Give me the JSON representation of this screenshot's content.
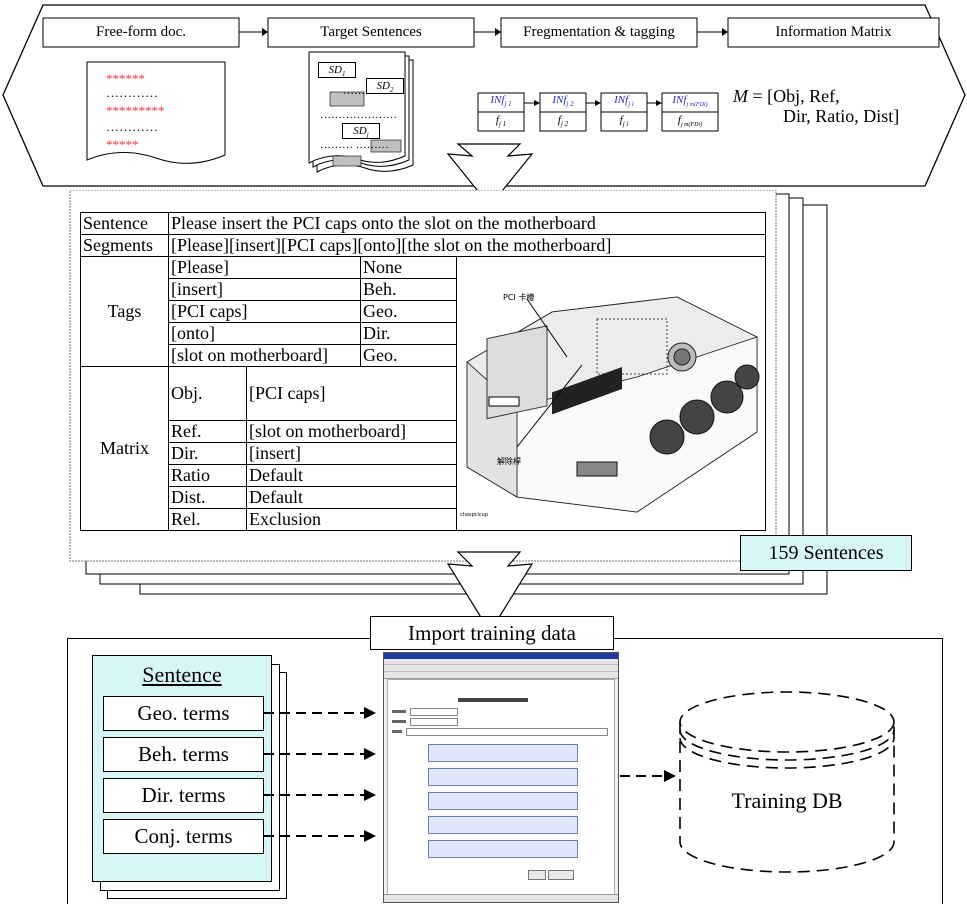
{
  "pipeline": {
    "steps": [
      "Free-form doc.",
      "Target Sentences",
      "Fregmentation & tagging",
      "Information Matrix"
    ],
    "doc_lines": [
      "******",
      "…………",
      "*********",
      "…………",
      "*****"
    ],
    "target_sd_labels": [
      "SD",
      "SD",
      "SD"
    ],
    "target_sd_subs": [
      "1",
      "2",
      "j"
    ],
    "chain": [
      {
        "top": "INf",
        "top_sub": "j 1",
        "bottom": "f",
        "bottom_sub": "j 1"
      },
      {
        "top": "INf",
        "top_sub": "j 2",
        "bottom": "f",
        "bottom_sub": "j 2"
      },
      {
        "top": "INf",
        "top_sub": "j i",
        "bottom": "f",
        "bottom_sub": "j i"
      },
      {
        "top": "INf",
        "top_sub": "j m(FDi)",
        "bottom": "f",
        "bottom_sub": "j m(FDi)"
      }
    ],
    "matrix_formula_line1": "= [Obj, Ref,",
    "matrix_formula_line2": "Dir, Ratio, Dist]",
    "matrix_symbol": "M"
  },
  "table": {
    "sentence_label": "Sentence",
    "sentence_text": "Please insert the PCI caps onto the slot on the motherboard",
    "segments_label": "Segments",
    "segments_text": "[Please][insert][PCI caps][onto][the slot on the motherboard]",
    "tags_label": "Tags",
    "tags": [
      {
        "segment": "[Please]",
        "tag": "None"
      },
      {
        "segment": "[insert]",
        "tag": "Beh."
      },
      {
        "segment": "[PCI caps]",
        "tag": "Geo."
      },
      {
        "segment": "[onto]",
        "tag": "Dir."
      },
      {
        "segment": "[slot on motherboard]",
        "tag": "Geo."
      }
    ],
    "matrix_label": "Matrix",
    "matrix": [
      {
        "key": "Obj.",
        "value": "[PCI caps]"
      },
      {
        "key": "Ref.",
        "value": "[slot on motherboard]"
      },
      {
        "key": "Dir.",
        "value": "[insert]"
      },
      {
        "key": "Ratio",
        "value": "Default"
      },
      {
        "key": "Dist.",
        "value": "Default"
      },
      {
        "key": "Rel.",
        "value": "Exclusion"
      }
    ],
    "image_labels": {
      "top": "PCI 卡槽",
      "bottom": "解除桿",
      "corner": "chaspcicup"
    }
  },
  "sentence_count": "159 Sentences",
  "import_label": "Import training data",
  "sentence_panel": {
    "title": "Sentence",
    "terms": [
      "Geo. terms",
      "Beh. terms",
      "Dir. terms",
      "Conj. terms"
    ]
  },
  "training_db": "Training DB",
  "colors": {
    "cyan": "#d6f6f8",
    "red_text": "#ff3333",
    "blue_text": "#2a2ad0",
    "gray_box": "#c0c0c0"
  }
}
